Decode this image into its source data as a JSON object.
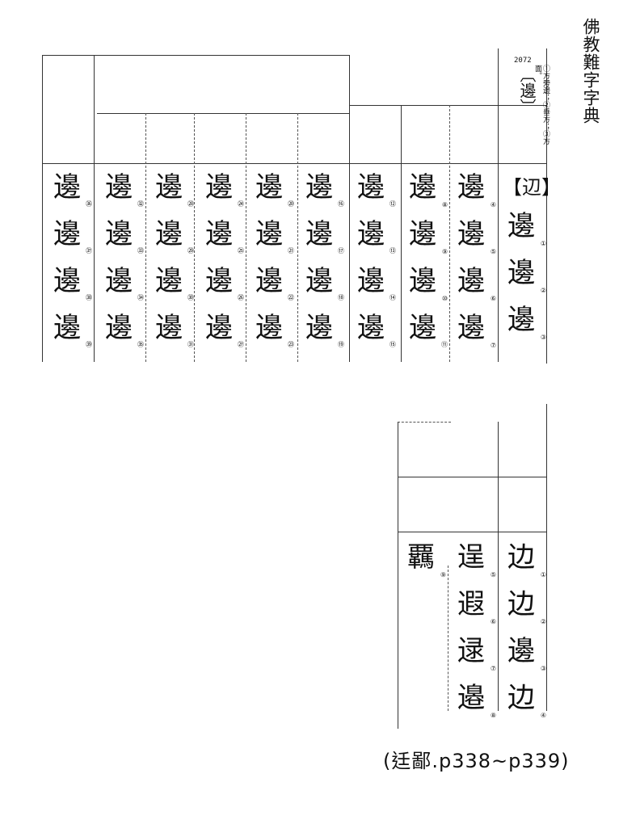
{
  "header": {
    "title": "佛教難字字典"
  },
  "entry": {
    "code": "2072",
    "char": "〔邊〕",
    "note": "①方旁邊；②垂方；③方面。",
    "radical_label": "【辺】"
  },
  "columns": [
    {
      "variants": [
        {
          "glyph": "邊",
          "src": "①"
        },
        {
          "glyph": "邊",
          "src": "②"
        },
        {
          "glyph": "邊",
          "src": "③"
        }
      ]
    },
    {
      "variants": [
        {
          "glyph": "邊",
          "src": "④"
        },
        {
          "glyph": "邊",
          "src": "⑤"
        },
        {
          "glyph": "邊",
          "src": "⑥"
        },
        {
          "glyph": "邊",
          "src": "⑦"
        }
      ]
    },
    {
      "variants": [
        {
          "glyph": "邊",
          "src": "⑧"
        },
        {
          "glyph": "邊",
          "src": "⑨"
        },
        {
          "glyph": "邊",
          "src": "⑩"
        },
        {
          "glyph": "邊",
          "src": "⑪"
        }
      ]
    },
    {
      "variants": [
        {
          "glyph": "邊",
          "src": "⑫"
        },
        {
          "glyph": "邊",
          "src": "⑬"
        },
        {
          "glyph": "邊",
          "src": "⑭"
        },
        {
          "glyph": "邊",
          "src": "⑮"
        }
      ]
    },
    {
      "variants": [
        {
          "glyph": "邊",
          "src": "⑯"
        },
        {
          "glyph": "邊",
          "src": "⑰"
        },
        {
          "glyph": "邊",
          "src": "⑱"
        },
        {
          "glyph": "邊",
          "src": "⑲"
        }
      ]
    },
    {
      "variants": [
        {
          "glyph": "邊",
          "src": "⑳"
        },
        {
          "glyph": "邊",
          "src": "㉑"
        },
        {
          "glyph": "邊",
          "src": "㉒"
        },
        {
          "glyph": "邊",
          "src": "㉓"
        }
      ]
    },
    {
      "variants": [
        {
          "glyph": "邊",
          "src": "㉔"
        },
        {
          "glyph": "邊",
          "src": "㉕"
        },
        {
          "glyph": "邊",
          "src": "㉖"
        },
        {
          "glyph": "邊",
          "src": "㉗"
        }
      ]
    },
    {
      "variants": [
        {
          "glyph": "邊",
          "src": "㉘"
        },
        {
          "glyph": "邊",
          "src": "㉙"
        },
        {
          "glyph": "邊",
          "src": "㉚"
        },
        {
          "glyph": "邊",
          "src": "㉛"
        }
      ]
    },
    {
      "variants": [
        {
          "glyph": "邊",
          "src": "㉜"
        },
        {
          "glyph": "邊",
          "src": "㉝"
        },
        {
          "glyph": "邊",
          "src": "㉞"
        },
        {
          "glyph": "邊",
          "src": "㉟"
        }
      ]
    },
    {
      "variants": [
        {
          "glyph": "邊",
          "src": "㊱"
        },
        {
          "glyph": "邊",
          "src": "㊲"
        },
        {
          "glyph": "邊",
          "src": "㊳"
        },
        {
          "glyph": "邊",
          "src": "㊴"
        }
      ]
    }
  ],
  "lower_columns": [
    {
      "variants": [
        {
          "glyph": "边",
          "src": "①"
        },
        {
          "glyph": "边",
          "src": "②"
        },
        {
          "glyph": "邊",
          "src": "③"
        },
        {
          "glyph": "边",
          "src": "④"
        }
      ]
    },
    {
      "variants": [
        {
          "glyph": "逞",
          "src": "⑤"
        },
        {
          "glyph": "遐",
          "src": "⑥"
        },
        {
          "glyph": "逯",
          "src": "⑦"
        },
        {
          "glyph": "邉",
          "src": "⑧"
        }
      ]
    },
    {
      "variants": [
        {
          "glyph": "覊",
          "src": "⑨"
        }
      ]
    }
  ],
  "annotation": "(𨑳鄙.p338~p339)"
}
